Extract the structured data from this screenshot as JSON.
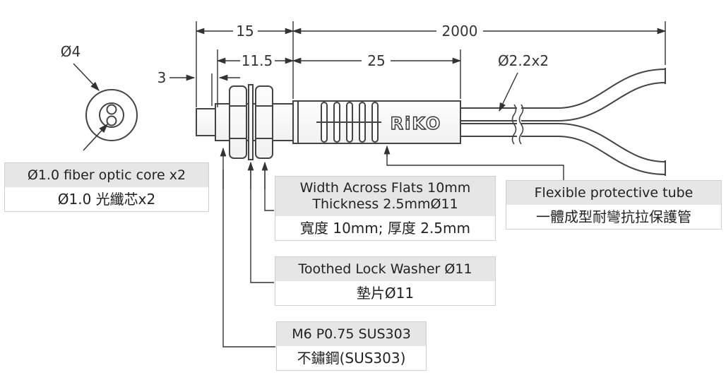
{
  "dimensions": {
    "d_outer": "Ø4",
    "tip": "3",
    "body_len": "15",
    "thread_len": "11.5",
    "sleeve_len": "25",
    "cable_len": "2000",
    "cable_dia": "Ø2.2x2"
  },
  "brand": "RiKO",
  "labels": {
    "core": {
      "en": "Ø1.0 fiber optic core x2",
      "zh": "Ø1.0 光纖芯x2"
    },
    "nut": {
      "en_1": "Width Across Flats 10mm",
      "en_2": "Thickness 2.5mmØ11",
      "zh": "寬度 10mm; 厚度 2.5mm"
    },
    "washer": {
      "en": "Toothed Lock Washer Ø11",
      "zh": "墊片Ø11"
    },
    "thread": {
      "en": "M6 P0.75 SUS303",
      "zh": "不鏽鋼(SUS303)"
    },
    "tube": {
      "en": "Flexible protective tube",
      "zh": "一體成型耐彎抗拉保護管"
    }
  }
}
